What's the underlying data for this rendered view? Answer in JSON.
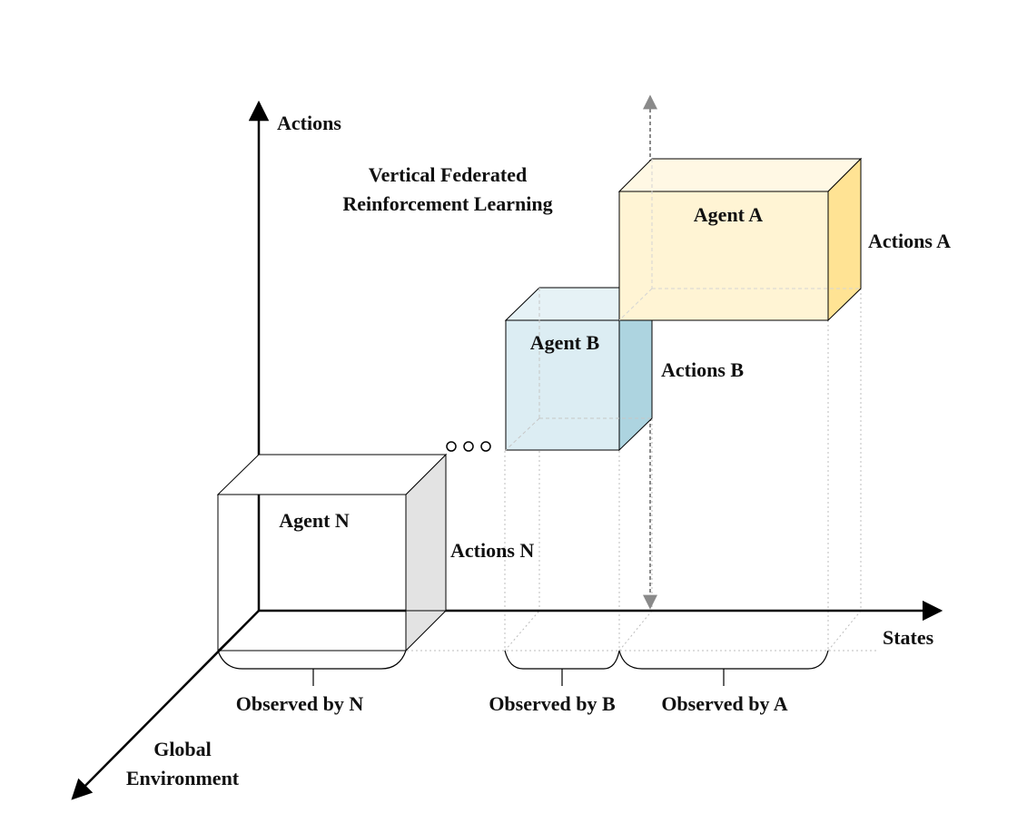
{
  "diagram": {
    "title_line1": "Vertical Federated",
    "title_line2": "Reinforcement Learning",
    "axes": {
      "y_label": "Actions",
      "x_label": "States",
      "z_label_line1": "Global",
      "z_label_line2": "Environment"
    },
    "agents": [
      {
        "key": "a",
        "name": "Agent A",
        "actions": "Actions A",
        "observed": "Observed by A",
        "front_color": "#fff4d4",
        "top_color": "#fff8e4",
        "side_color": "#ffe394"
      },
      {
        "key": "b",
        "name": "Agent B",
        "actions": "Actions B",
        "observed": "Observed by B",
        "front_color": "#dcedf3",
        "top_color": "#e6f2f6",
        "side_color": "#add4e0"
      },
      {
        "key": "n",
        "name": "Agent N",
        "actions": "Actions N",
        "observed": "Observed by N",
        "front_color": "#ffffff",
        "top_color": "#ffffff",
        "side_color": "#e3e3e3"
      }
    ],
    "ellipsis_glyph": "ooo"
  }
}
